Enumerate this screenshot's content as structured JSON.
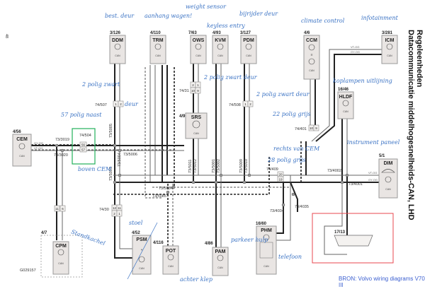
{
  "page_number": "48",
  "drawing_id": "G029157",
  "title": {
    "line1": "Regeleenheden",
    "line2": "Datacommunicatie middelhogesnelheids-CAN, LHD"
  },
  "source_note": "BRON: Volvo wiring diagrams V70 III",
  "can_label": "CAN",
  "wire_colors": {
    "vt_og": "VT-OG",
    "gy_og": "GY-OG"
  },
  "modules": {
    "ddm": {
      "id": "3/126",
      "name": "DDM"
    },
    "trm": {
      "id": "4/110",
      "name": "TRM"
    },
    "ows": {
      "id": "7/63",
      "name": "OWS"
    },
    "kvm": {
      "id": "4/93",
      "name": "KVM"
    },
    "pdm": {
      "id": "3/127",
      "name": "PDM"
    },
    "ccm": {
      "id": "4/6",
      "name": "CCM"
    },
    "icm": {
      "id": "3/281",
      "name": "ICM"
    },
    "hldf": {
      "id": "16/46",
      "name": "HLDF"
    },
    "srs": {
      "id": "4/9",
      "name": "SRS"
    },
    "cem": {
      "id": "4/56",
      "name": "CEM"
    },
    "dim": {
      "id": "5/1",
      "name": "DIM"
    },
    "cpm": {
      "id": "4/7",
      "name": "CPM"
    },
    "psm": {
      "id": "4/52",
      "name": "PSM"
    },
    "pot": {
      "id": "4/116",
      "name": "POT"
    },
    "pam": {
      "id": "4/86",
      "name": "PAM"
    },
    "phm": {
      "id": "16/60",
      "name": "PHM"
    },
    "obd": {
      "id": "17/13"
    }
  },
  "connectors": {
    "c74_507": {
      "id": "74/507",
      "pins": [
        "1",
        "2"
      ]
    },
    "c74_31": {
      "id": "74/31",
      "pins": [
        "2",
        "1",
        "10",
        "9"
      ]
    },
    "c74_508": {
      "id": "74/508",
      "pins": [
        "1",
        "2"
      ]
    },
    "c74_401": {
      "id": "74/401",
      "pins": [
        "10",
        "9"
      ]
    },
    "c74_504": {
      "id": "74/504",
      "pins": [
        "56",
        "57"
      ]
    },
    "c74_30": {
      "id": "74/30",
      "pins": [
        "12",
        "11",
        "2",
        "1"
      ]
    },
    "c_cpm": {
      "pins": [
        "11",
        "6"
      ]
    },
    "c74_409": {
      "id": "74/409",
      "pins": [
        "20",
        "19"
      ]
    }
  },
  "splices": [
    "73/3019",
    "73/3020",
    "73/5006",
    "73/5004",
    "73/5003",
    "73/5005",
    "73/5084",
    "73/5085",
    "73/5011",
    "73/5012",
    "73/5001",
    "73/5002",
    "73/5009",
    "73/5010",
    "73/4002",
    "73/4001",
    "73/4034",
    "73/4035"
  ],
  "annotations": {
    "ddm": "best. deur",
    "trm": "aanhang wagen!",
    "ows": "weight sensor",
    "kvm": "keyless entry",
    "pdm": "bijrijder deur",
    "ccm": "climate control",
    "icm": "infotainment",
    "hldf": "koplampen uitlijning",
    "c74_507": "2 polig zwart",
    "c74_507_side": "deur",
    "c74_504": "57 polig naast",
    "c74_504_below": "boven CEM",
    "c74_31": "2 polig zwart deur",
    "c74_508": "2 polig zwart deur",
    "c74_401": "22 polig grijs",
    "c74_409": "28 polig grijs",
    "c74_409_top": "rechts van CEM",
    "dim": "instrument paneel",
    "cpm": "Standkachel",
    "psm": "stoel",
    "pot": "achter klep",
    "pam": "parkeer hulp",
    "phm": "telefoon"
  },
  "highlight_colors": {
    "cem_connector": "#22b05a",
    "obd_area": "#e8474f",
    "handwriting": "#3b73c4"
  }
}
